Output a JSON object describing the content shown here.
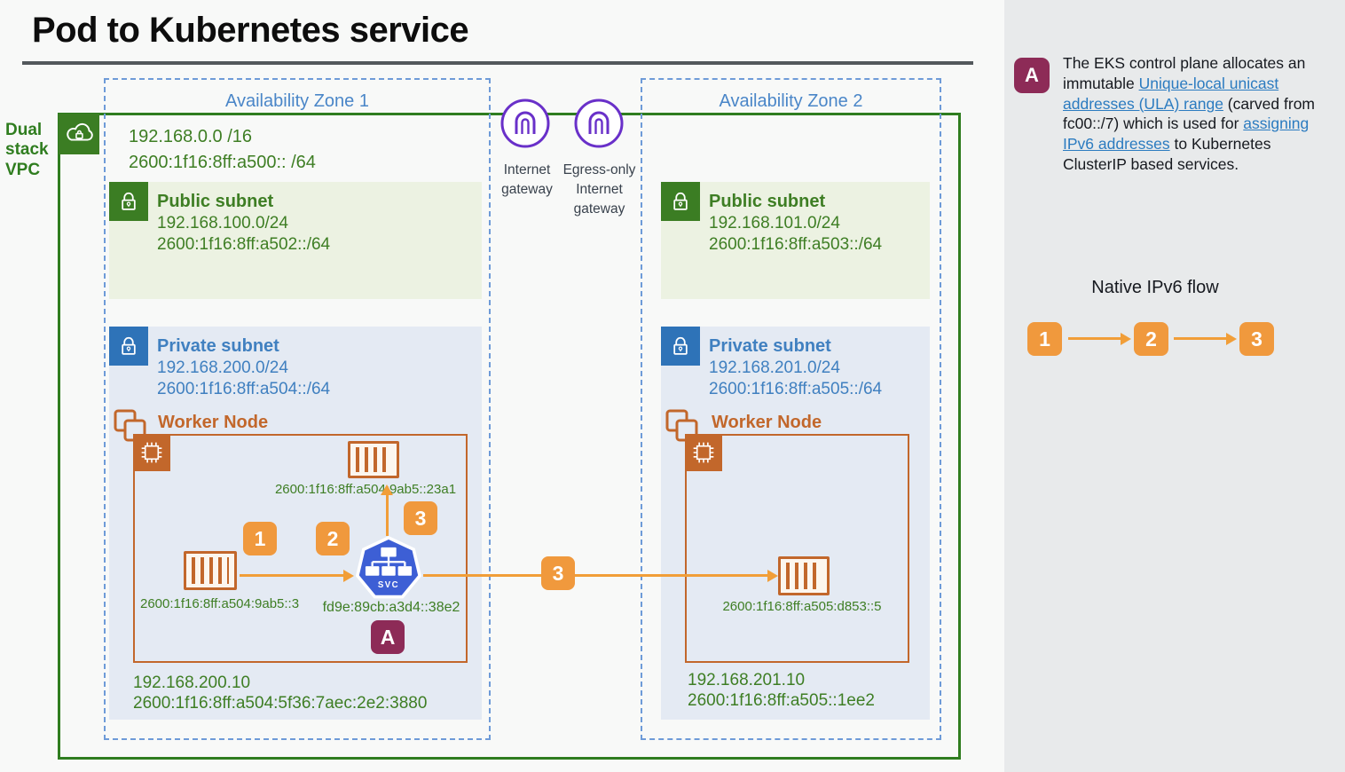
{
  "title": "Pod to Kubernetes service",
  "vpc": {
    "label": "Dual stack VPC",
    "ipv4": "192.168.0.0 /16",
    "ipv6": "2600:1f16:8ff:a500:: /64"
  },
  "gateways": {
    "igw": "Internet gateway",
    "eigw": "Egress-only Internet gateway"
  },
  "steps": {
    "one": "1",
    "two": "2",
    "three": "3"
  },
  "annotation": {
    "label": "A"
  },
  "az1": {
    "title": "Availability Zone 1",
    "public": {
      "title": "Public subnet",
      "ipv4": "192.168.100.0/24",
      "ipv6": "2600:1f16:8ff:a502::/64"
    },
    "private": {
      "title": "Private subnet",
      "ipv4": "192.168.200.0/24",
      "ipv6": "2600:1f16:8ff:a504::/64"
    },
    "worker": {
      "title": "Worker Node",
      "pod_top_ip": "2600:1f16:8ff:a504:9ab5::23a1",
      "pod_left_ip": "2600:1f16:8ff:a504:9ab5::3",
      "svc_ip": "fd9e:89cb:a3d4::38e2",
      "svc_text": "SVC"
    },
    "node_ipv4": "192.168.200.10",
    "node_ipv6": "2600:1f16:8ff:a504:5f36:7aec:2e2:3880"
  },
  "az2": {
    "title": "Availability Zone 2",
    "public": {
      "title": "Public subnet",
      "ipv4": "192.168.101.0/24",
      "ipv6": "2600:1f16:8ff:a503::/64"
    },
    "private": {
      "title": "Private subnet",
      "ipv4": "192.168.201.0/24",
      "ipv6": "2600:1f16:8ff:a505::/64"
    },
    "worker": {
      "title": "Worker Node",
      "pod_ip": "2600:1f16:8ff:a505:d853::5"
    },
    "node_ipv4": "192.168.201.10",
    "node_ipv6": "2600:1f16:8ff:a505::1ee2"
  },
  "sidebar": {
    "badge": "A",
    "note": [
      {
        "text": "The EKS control plane allocates an immutable ",
        "link": false
      },
      {
        "text": "Unique-local unicast addresses (ULA) range",
        "link": true
      },
      {
        "text": " (carved from fc00::/7) which is used for ",
        "link": false
      },
      {
        "text": "assigning IPv6 addresses",
        "link": true
      },
      {
        "text": " to Kubernetes ClusterIP based services.",
        "link": false
      }
    ],
    "flow_title": "Native IPv6 flow"
  },
  "icons": {
    "vpc": "cloud-lock-icon",
    "public_subnet": "lock-icon",
    "private_subnet": "lock-icon",
    "worker_node": "instances-icon",
    "node_cpu": "chip-icon",
    "pod": "container-icon",
    "service": "kubernetes-service-icon",
    "gateway": "gateway-arch-icon"
  },
  "colors": {
    "vpc_green": "#2f7d1f",
    "green_text": "#3e7e24",
    "public_bg": "#ecf2e2",
    "private_bg": "#e4eaf3",
    "blue_text": "#4080c0",
    "az_dash": "#6e9bd8",
    "orange": "#c2672b",
    "badge_orange": "#f0993d",
    "arrow_orange": "#f19e38",
    "maroon": "#8d2b57",
    "purple": "#6930c9",
    "link_blue": "#2b7bc0",
    "sidebar_bg": "#e8eaeb"
  }
}
